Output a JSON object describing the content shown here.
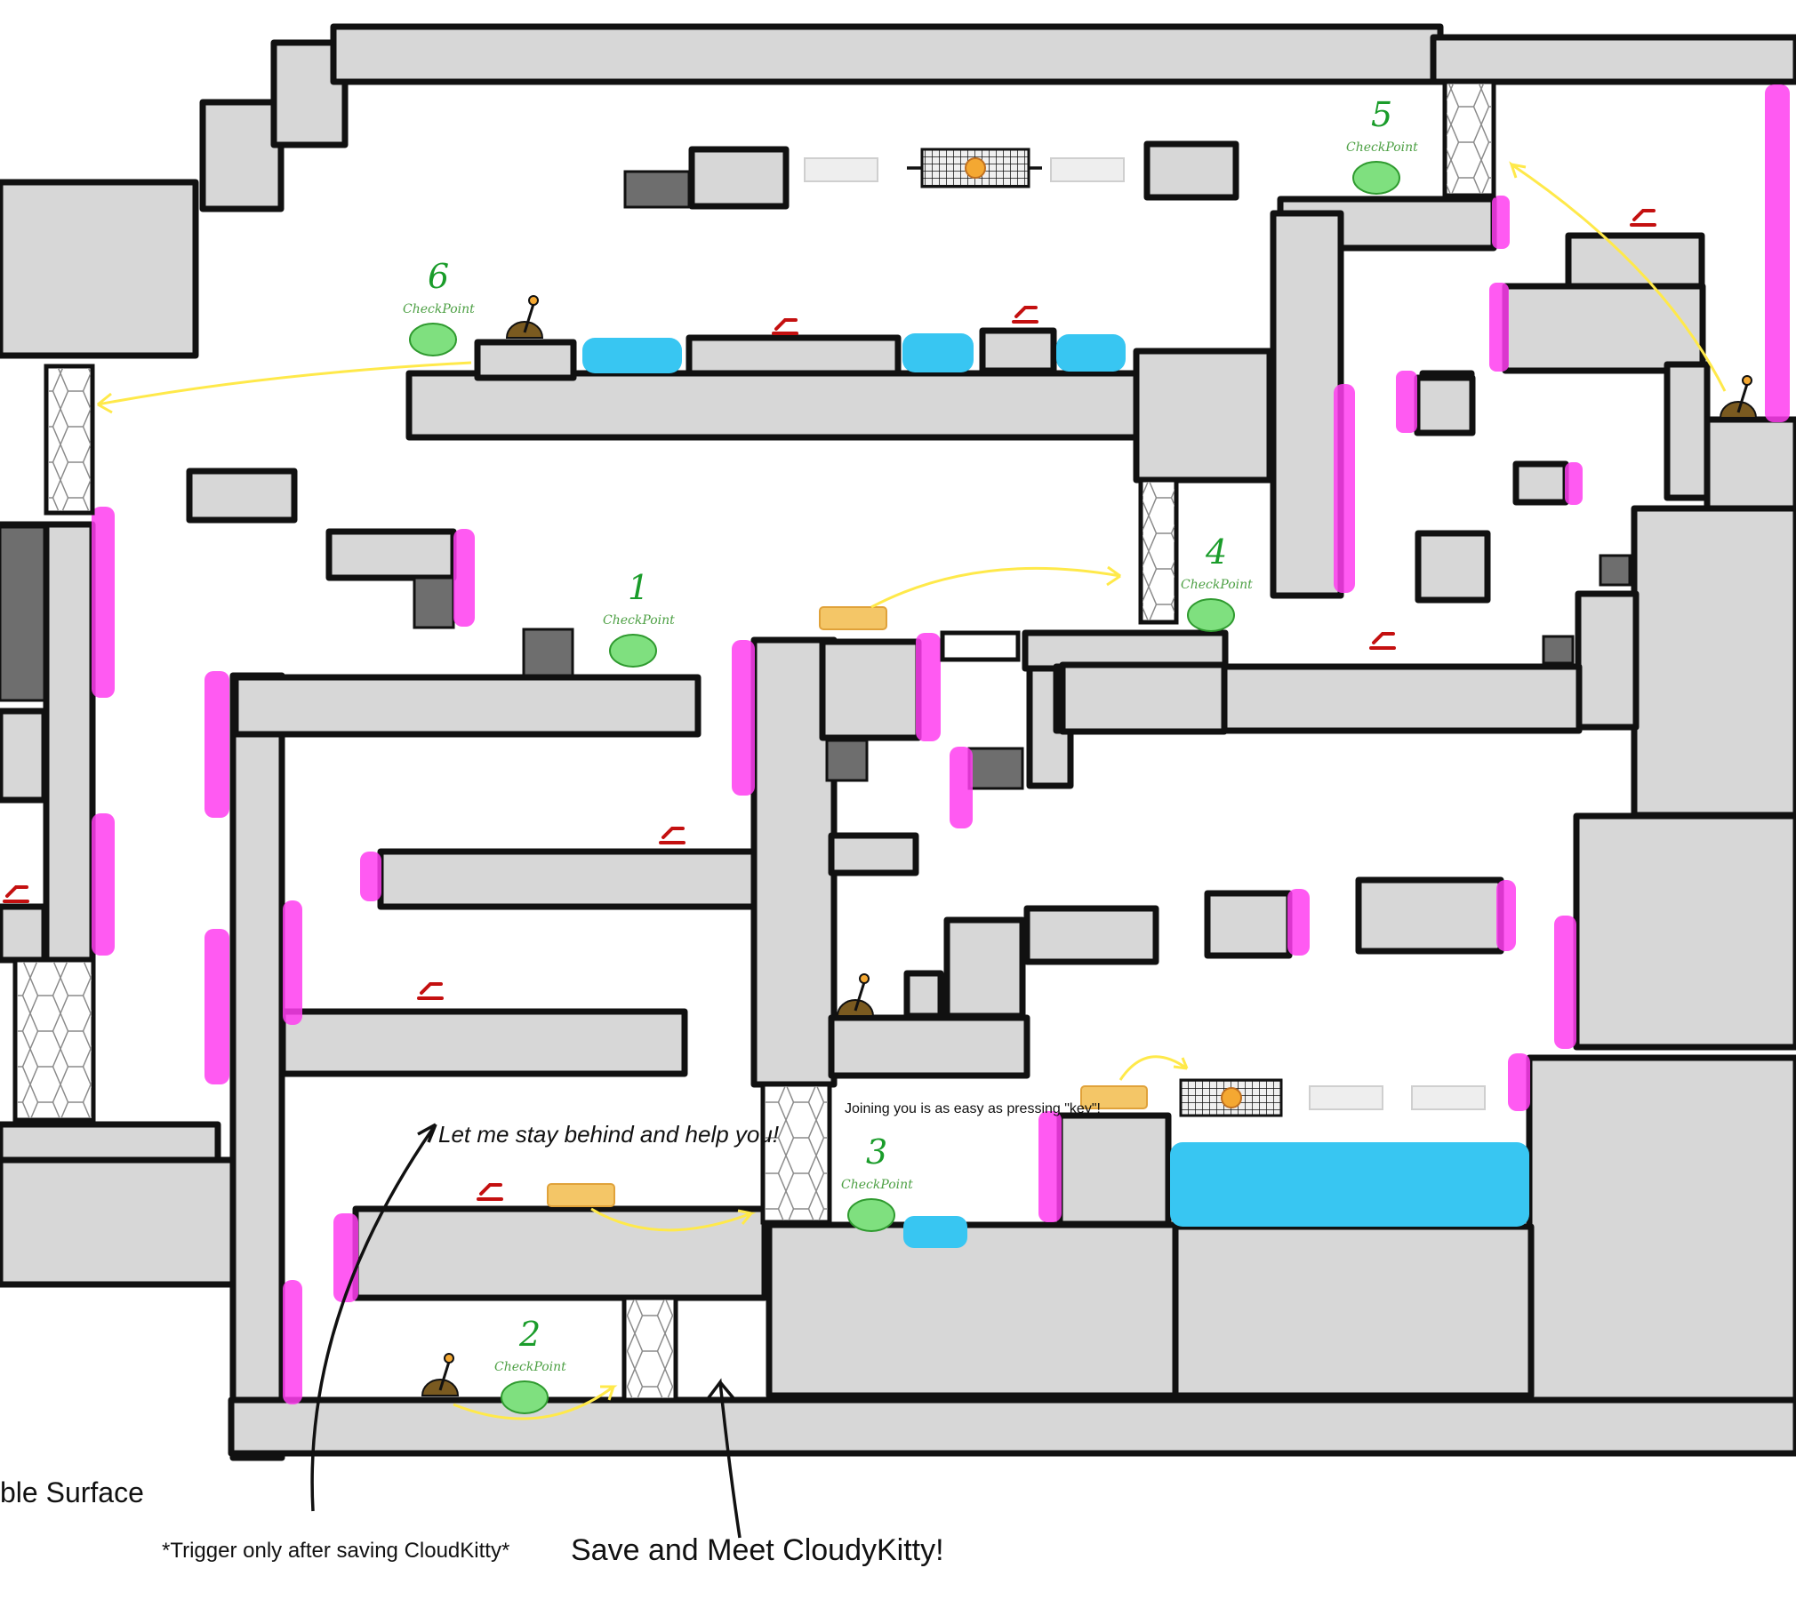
{
  "checkpoints": [
    {
      "number": "1",
      "label": "CheckPoint"
    },
    {
      "number": "2",
      "label": "CheckPoint"
    },
    {
      "number": "3",
      "label": "CheckPoint"
    },
    {
      "number": "4",
      "label": "CheckPoint"
    },
    {
      "number": "5",
      "label": "CheckPoint"
    },
    {
      "number": "6",
      "label": "CheckPoint"
    }
  ],
  "notes": {
    "stay_behind": "Let me stay behind and help you!",
    "joining": "Joining you is as easy as pressing \"key\"!",
    "trigger": "*Trigger only after saving CloudKitty*",
    "save_meet": "Save and Meet CloudyKitty!",
    "surface": "ble Surface"
  },
  "colors": {
    "wall": "#d7d7d7",
    "sticky_surface": "#ff3df0",
    "water": "#38c6f2",
    "checkpoint": "#1a9c2a",
    "spike": "#c41010",
    "key_plate": "#f4c667",
    "arrow_hint": "#ffe94a"
  },
  "icons": {
    "checkpoint": "green-dragon-icon",
    "lever": "lever-icon",
    "spike": "red-spike-icon",
    "key": "key-plate-icon",
    "gear_gate": "gear-gate-icon"
  }
}
